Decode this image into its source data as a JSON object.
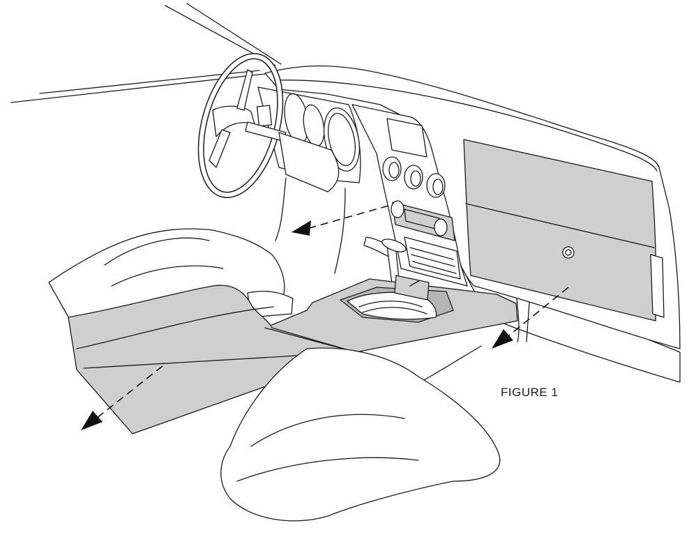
{
  "figure": {
    "label": "FIGURE 1"
  },
  "colors": {
    "line": "#1a1a1a",
    "highlight_fill": "#cfcfcf",
    "background": "#ffffff"
  },
  "arrows": [
    {
      "name": "arrow-behind-radio",
      "direction": "left"
    },
    {
      "name": "arrow-glovebox",
      "direction": "down-left"
    },
    {
      "name": "arrow-console-lid",
      "direction": "down-left"
    }
  ]
}
